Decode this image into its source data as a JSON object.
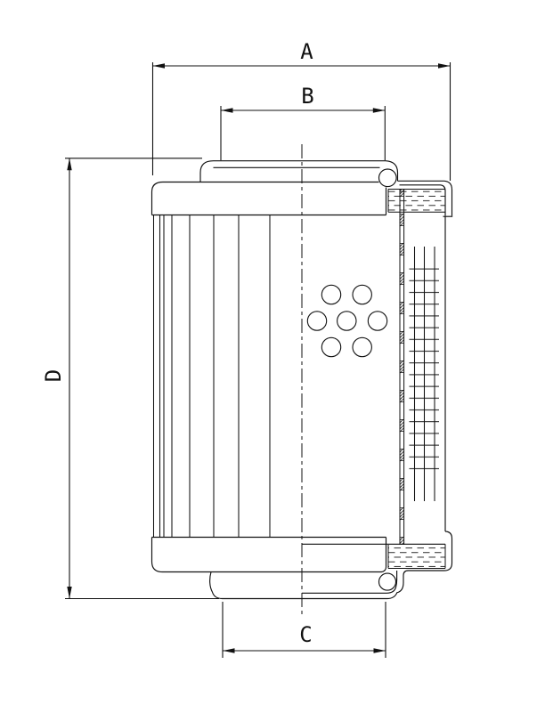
{
  "drawing": {
    "labels": {
      "dim_a": "A",
      "dim_b": "B",
      "dim_c": "C",
      "dim_d": "D"
    },
    "colors": {
      "line": "#111111",
      "background": "#ffffff"
    }
  }
}
